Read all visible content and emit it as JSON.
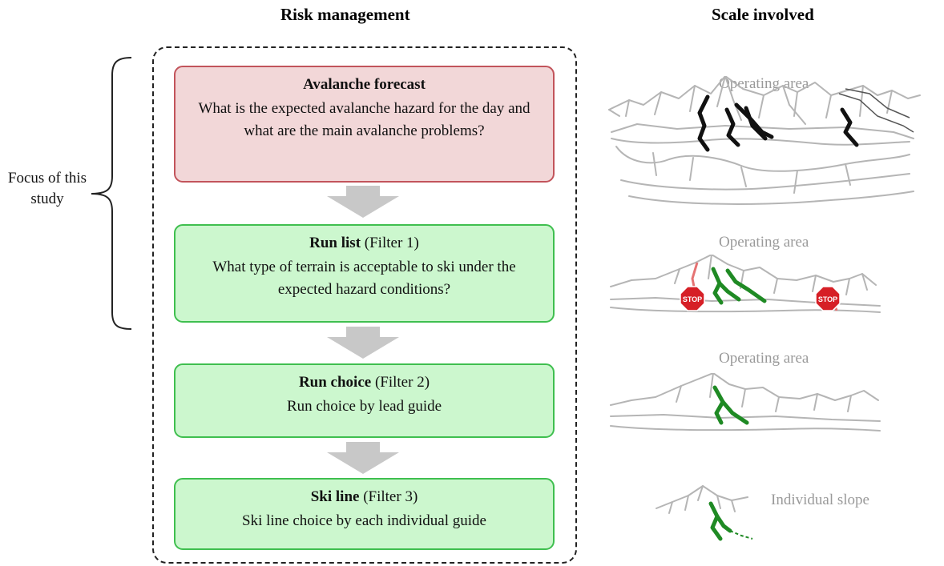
{
  "headers": {
    "risk_management": "Risk management",
    "scale_involved": "Scale involved"
  },
  "focus_label": "Focus of this study",
  "steps": [
    {
      "title": "Avalanche forecast",
      "filter": "",
      "question": "What is the expected avalanche hazard for the day and what are the main avalanche problems?",
      "color": "#f2d7d8"
    },
    {
      "title": "Run list",
      "filter": "(Filter 1)",
      "question": "What type of terrain is acceptable to ski under the expected hazard conditions?",
      "color": "#ccf7ce"
    },
    {
      "title": "Run choice",
      "filter": "(Filter 2)",
      "question": "Run choice by lead guide",
      "color": "#ccf7ce"
    },
    {
      "title": "Ski line",
      "filter": "(Filter 3)",
      "question": "Ski line choice by each individual guide",
      "color": "#ccf7ce"
    }
  ],
  "scales": [
    "Operating area",
    "Operating area",
    "Operating area",
    "Individual slope"
  ],
  "stop_sign_text": "STOP",
  "colors": {
    "forecast_border": "#c2545b",
    "filter_border": "#3fbf4f",
    "arrow": "#c8c8c8",
    "mountain": "#b5b5b5",
    "run_black": "#111111",
    "run_green": "#1f8a24",
    "stop_red": "#d61f26"
  }
}
